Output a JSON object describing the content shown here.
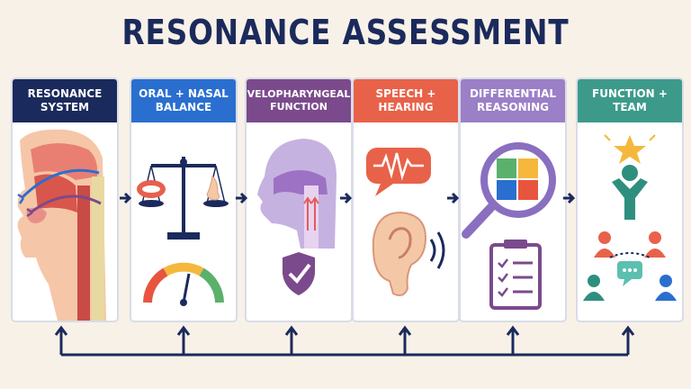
{
  "title": "RESONANCE ASSESSMENT",
  "colors": {
    "navy": "#1b2a5c",
    "blue": "#2a6fcf",
    "purple": "#7b4a8c",
    "coral": "#e8624a",
    "lavender": "#9b7fc7",
    "teal": "#3d9a8b"
  },
  "panels": [
    {
      "label": "RESONANCE\nSYSTEM",
      "icon": "vocal-tract-icon"
    },
    {
      "label": "ORAL + NASAL\nBALANCE",
      "icon": "balance-scale-icon"
    },
    {
      "label": "VELOPHARYNGEAL\nFUNCTION",
      "icon": "head-profile-icon"
    },
    {
      "label": "SPEECH +\nHEARING",
      "icon": "ear-icon"
    },
    {
      "label": "DIFFERENTIAL\nREASONING",
      "icon": "magnifier-puzzle-icon"
    },
    {
      "label": "FUNCTION +\nTEAM",
      "icon": "team-icon"
    }
  ]
}
